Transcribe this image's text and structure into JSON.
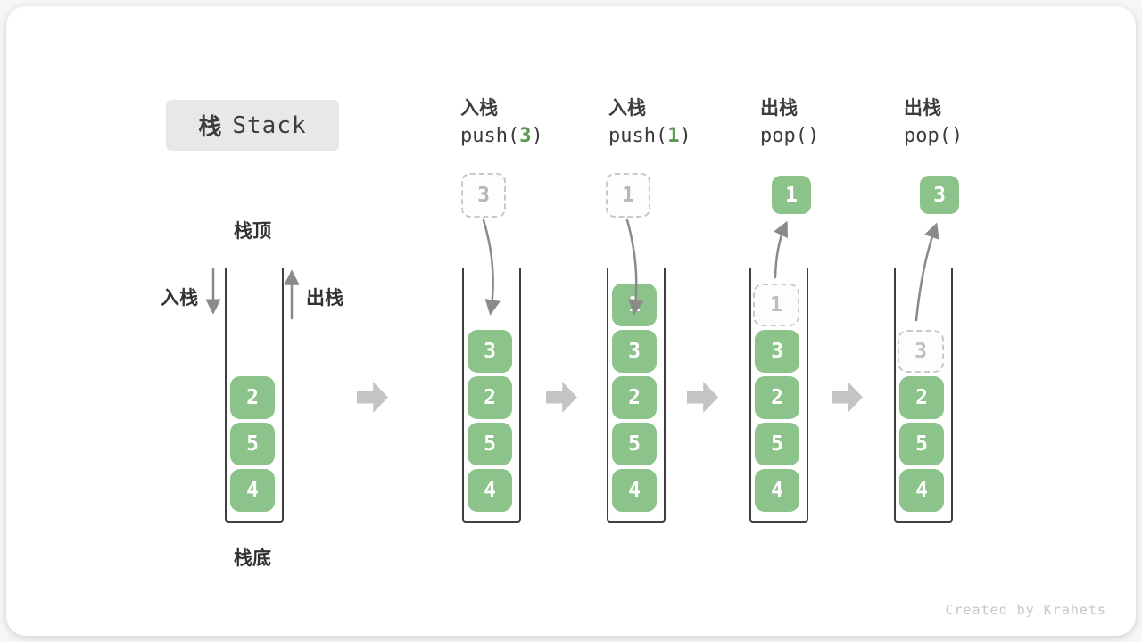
{
  "title": {
    "cn": "栈",
    "en": "Stack"
  },
  "position_labels": {
    "top": "栈顶",
    "bottom": "栈底"
  },
  "side_labels": {
    "push": "入栈",
    "pop": "出栈"
  },
  "operations": [
    {
      "action": "入栈",
      "code_pre": "push(",
      "arg": "3",
      "code_post": ")"
    },
    {
      "action": "入栈",
      "code_pre": "push(",
      "arg": "1",
      "code_post": ")"
    },
    {
      "action": "出栈",
      "code_pre": "pop(",
      "arg": "",
      "code_post": ")"
    },
    {
      "action": "出栈",
      "code_pre": "pop(",
      "arg": "",
      "code_post": ")"
    }
  ],
  "floating_values": [
    "3",
    "1",
    "1",
    "3"
  ],
  "stacks": [
    {
      "cells": [
        "2",
        "5",
        "4"
      ]
    },
    {
      "cells": [
        "3",
        "2",
        "5",
        "4"
      ]
    },
    {
      "cells": [
        "1",
        "3",
        "2",
        "5",
        "4"
      ]
    },
    {
      "ghost": "1",
      "cells": [
        "3",
        "2",
        "5",
        "4"
      ]
    },
    {
      "ghost": "3",
      "cells": [
        "2",
        "5",
        "4"
      ]
    }
  ],
  "watermark": "Created by Krahets",
  "colors": {
    "cell_green": "#8bc38b",
    "code_arg_green": "#579a4e",
    "arrow_gray": "#8a8a8a",
    "step_arrow_gray": "#c4c4c4",
    "ghost_border_gray": "#c9c9c9",
    "ghost_text_gray": "#b7b7b7",
    "title_bg": "#e8e8e8",
    "text_dark": "#3c3c3c"
  }
}
